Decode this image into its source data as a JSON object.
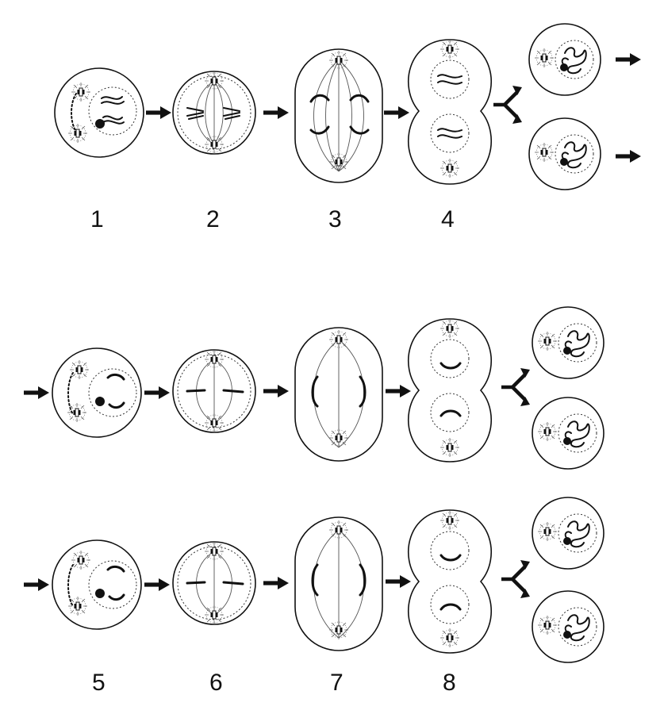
{
  "labels": {
    "l1": "1",
    "l2": "2",
    "l3": "3",
    "l4": "4",
    "l5": "5",
    "l6": "6",
    "l7": "7",
    "l8": "8"
  },
  "colors": {
    "ink": "#111111",
    "background": "#ffffff"
  }
}
